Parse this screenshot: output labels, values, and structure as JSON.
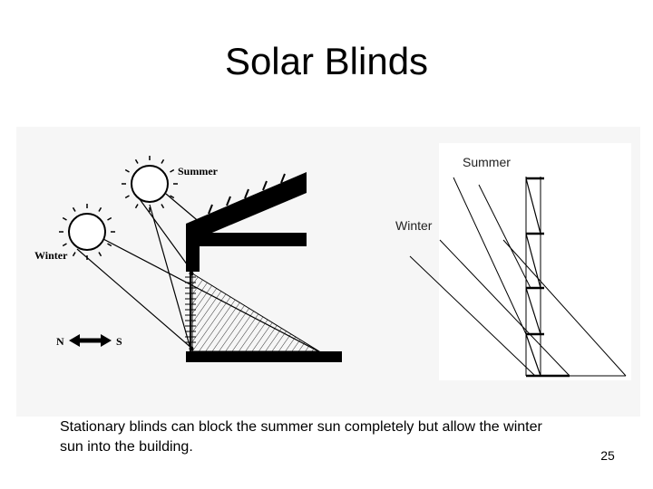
{
  "title": "Solar Blinds",
  "left_diagram": {
    "summer_label": "Summer",
    "winter_label": "Winter",
    "compass_north": "N",
    "compass_south": "S"
  },
  "right_diagram": {
    "summer_label": "Summer",
    "winter_label": "Winter"
  },
  "caption": "Stationary blinds can block the summer sun completely but allow the winter sun into the building.",
  "page_number": "25"
}
